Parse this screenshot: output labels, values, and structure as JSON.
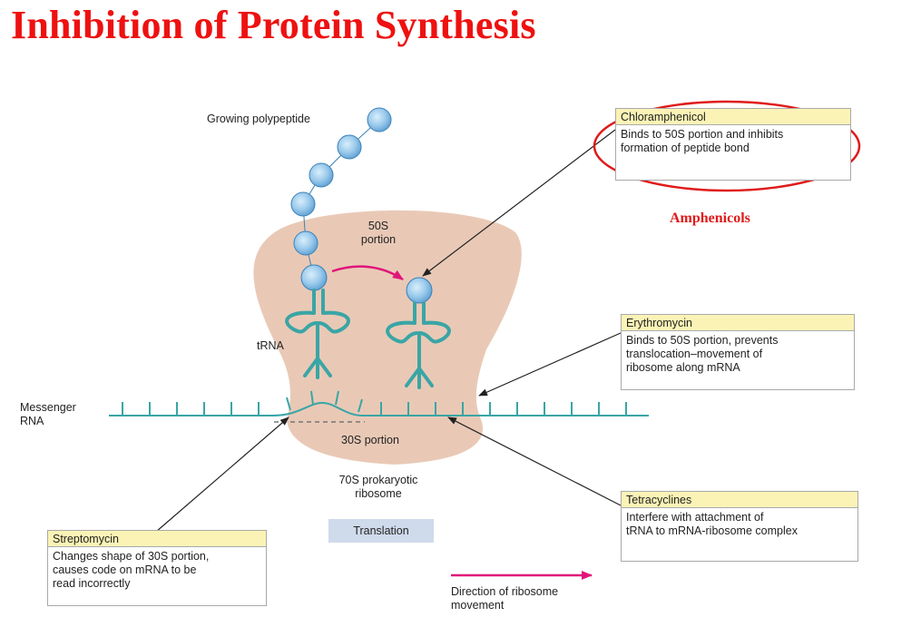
{
  "title": "Inhibition of Protein Synthesis",
  "labels": {
    "growing_polypeptide": "Growing polypeptide",
    "fifty_s_line1": "50S",
    "fifty_s_line2": "portion",
    "trna": "tRNA",
    "messenger_line1": "Messenger",
    "messenger_line2": "RNA",
    "thirty_s": "30S portion",
    "ribosome_line1": "70S prokaryotic",
    "ribosome_line2": "ribosome",
    "translation": "Translation",
    "direction_line1": "Direction of ribosome",
    "direction_line2": "movement",
    "amphenicols": "Amphenicols"
  },
  "drugs": {
    "chloramphenicol": {
      "name": "Chloramphenicol",
      "line1": "Binds to 50S portion and inhibits",
      "line2": "formation of peptide bond"
    },
    "erythromycin": {
      "name": "Erythromycin",
      "line1": "Binds to 50S portion, prevents",
      "line2": "translocation–movement of",
      "line3": "ribosome along mRNA"
    },
    "tetracyclines": {
      "name": "Tetracyclines",
      "line1": "Interfere with attachment of",
      "line2": "tRNA to mRNA-ribosome complex"
    },
    "streptomycin": {
      "name": "Streptomycin",
      "line1": "Changes shape of 30S portion,",
      "line2": "causes code on mRNA to be",
      "line3": "read incorrectly"
    }
  },
  "colors": {
    "title": "#ee1111",
    "highlight_ellipse": "#e01a1a",
    "ribosome": "#e9c9b6",
    "trna": "#3aa5a5",
    "bead": "#9ccbec",
    "arrow_magenta": "#e0157a",
    "box_header": "#fbf3b6",
    "translation_bg": "#cfdaeb"
  }
}
